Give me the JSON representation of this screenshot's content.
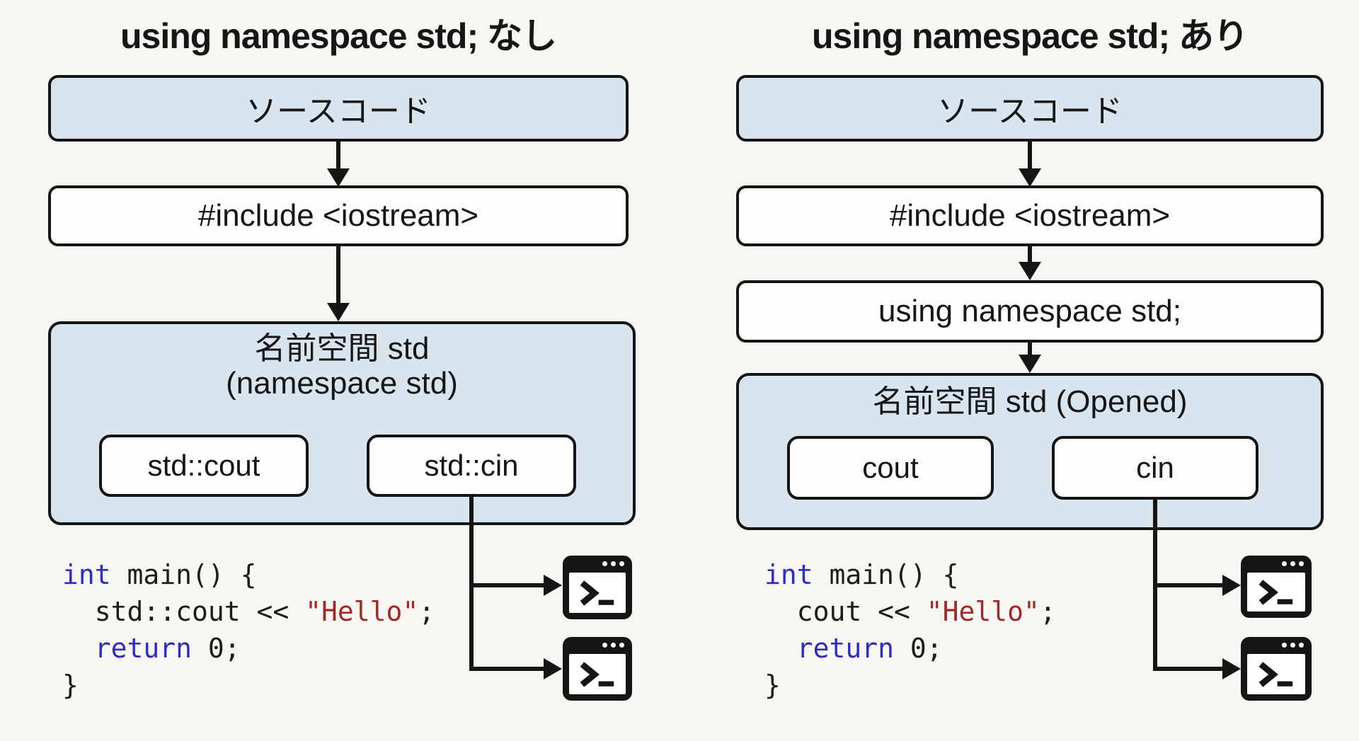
{
  "colors": {
    "bg": "#f7f6f3",
    "box_blue": "#d8e4ee",
    "box_white": "#fdfdfc",
    "line": "#151515",
    "text": "#161616",
    "code_keyword": "#2d2dc2",
    "code_string": "#9e2a28",
    "code_plain": "#1c1c1c"
  },
  "left": {
    "title": "using namespace std; なし",
    "source_label": "ソースコード",
    "include_label": "#include <iostream>",
    "namespace_title_line1": "名前空間 std",
    "namespace_title_line2": "(namespace std)",
    "member_cout": "std::cout",
    "member_cin": "std::cin"
  },
  "right": {
    "title": "using namespace std; あり",
    "source_label": "ソースコード",
    "include_label": "#include <iostream>",
    "using_label": "using namespace std;",
    "namespace_title": "名前空間 std (Opened)",
    "member_cout": "cout",
    "member_cin": "cin"
  },
  "code_left": [
    [
      {
        "text": "int",
        "style": "keyword"
      },
      {
        "text": " main() {",
        "style": "plain"
      }
    ],
    [
      {
        "text": "  std::cout << ",
        "style": "plain"
      },
      {
        "text": "\"Hello\"",
        "style": "string"
      },
      {
        "text": ";",
        "style": "plain"
      }
    ],
    [
      {
        "text": "  ",
        "style": "plain"
      },
      {
        "text": "return",
        "style": "keyword"
      },
      {
        "text": " 0;",
        "style": "plain"
      }
    ],
    [
      {
        "text": "}",
        "style": "plain"
      }
    ]
  ],
  "code_right": [
    [
      {
        "text": "int",
        "style": "keyword"
      },
      {
        "text": " main() {",
        "style": "plain"
      }
    ],
    [
      {
        "text": "  cout << ",
        "style": "plain"
      },
      {
        "text": "\"Hello\"",
        "style": "string"
      },
      {
        "text": ";",
        "style": "plain"
      }
    ],
    [
      {
        "text": "  ",
        "style": "plain"
      },
      {
        "text": "return",
        "style": "keyword"
      },
      {
        "text": " 0;",
        "style": "plain"
      }
    ],
    [
      {
        "text": "}",
        "style": "plain"
      }
    ]
  ],
  "icons": {
    "terminal": "terminal-window"
  }
}
